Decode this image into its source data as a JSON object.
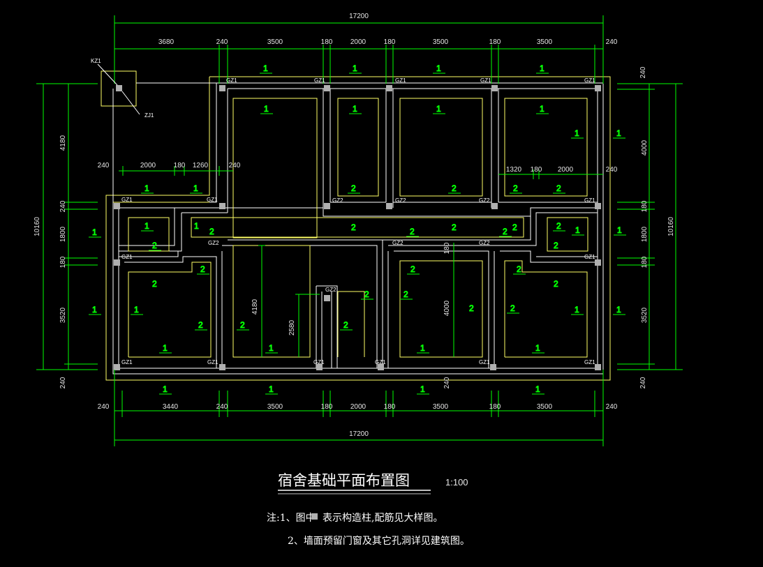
{
  "drawing": {
    "title": "宿舍基础平面布置图",
    "scale": "1:100",
    "note1_prefix": "注:1、图中",
    "note1_suffix": "表示构造柱,配筋见大样图。",
    "note2": "2、墙面预留门窗及其它孔洞详见建筑图。"
  },
  "top_total": "17200",
  "top_dims": [
    "3680",
    "240",
    "3500",
    "180",
    "2000",
    "180",
    "3500",
    "180",
    "3500",
    "240"
  ],
  "bottom_total": "17200",
  "bottom_dims": [
    "240",
    "3440",
    "240",
    "3500",
    "180",
    "2000",
    "180",
    "3500",
    "180",
    "3500",
    "240"
  ],
  "left_total": "10160",
  "left_dims": [
    "4180",
    "240",
    "1800",
    "180",
    "3520",
    "240"
  ],
  "right_total": "10160",
  "right_dims": [
    "240",
    "4000",
    "180",
    "1800",
    "180",
    "3520",
    "240"
  ],
  "inner_dims": [
    "240",
    "2000",
    "180",
    "1260",
    "240",
    "1320",
    "180",
    "2000",
    "240",
    "4180",
    "2580",
    "4000",
    "180",
    "240"
  ],
  "column_labels": {
    "kz": "KZ1",
    "zj": "ZJ1",
    "top": [
      "GZ1",
      "GZ1",
      "GZ1",
      "GZ1",
      "GZ1"
    ],
    "mid": [
      "GZ1",
      "GZ1",
      "GZ2",
      "GZ2",
      "GZ2",
      "GZ1"
    ],
    "mid2": [
      "GZ1",
      "GZ2",
      "GZ2",
      "GZ2",
      "GZ1"
    ],
    "gz2_low": "GZ2",
    "bottom": [
      "GZ1",
      "GZ1",
      "GZ1",
      "GZ1",
      "GZ1",
      "GZ1"
    ]
  },
  "marks": {
    "one": "1",
    "two": "2"
  }
}
